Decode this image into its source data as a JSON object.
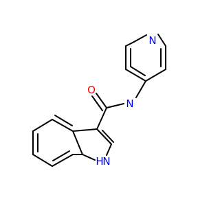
{
  "molecule": {
    "atoms": {
      "pyridine_n": {
        "symbol": "N",
        "color": "#0000ff"
      },
      "amide_n": {
        "symbol": "N",
        "color": "#0000ff"
      },
      "carbonyl_o": {
        "symbol": "O",
        "color": "#ff0000"
      },
      "indole_nh": {
        "symbol": "H",
        "subsymbol": "N",
        "color": "#0000ff"
      }
    },
    "bond_color": "#000000"
  }
}
